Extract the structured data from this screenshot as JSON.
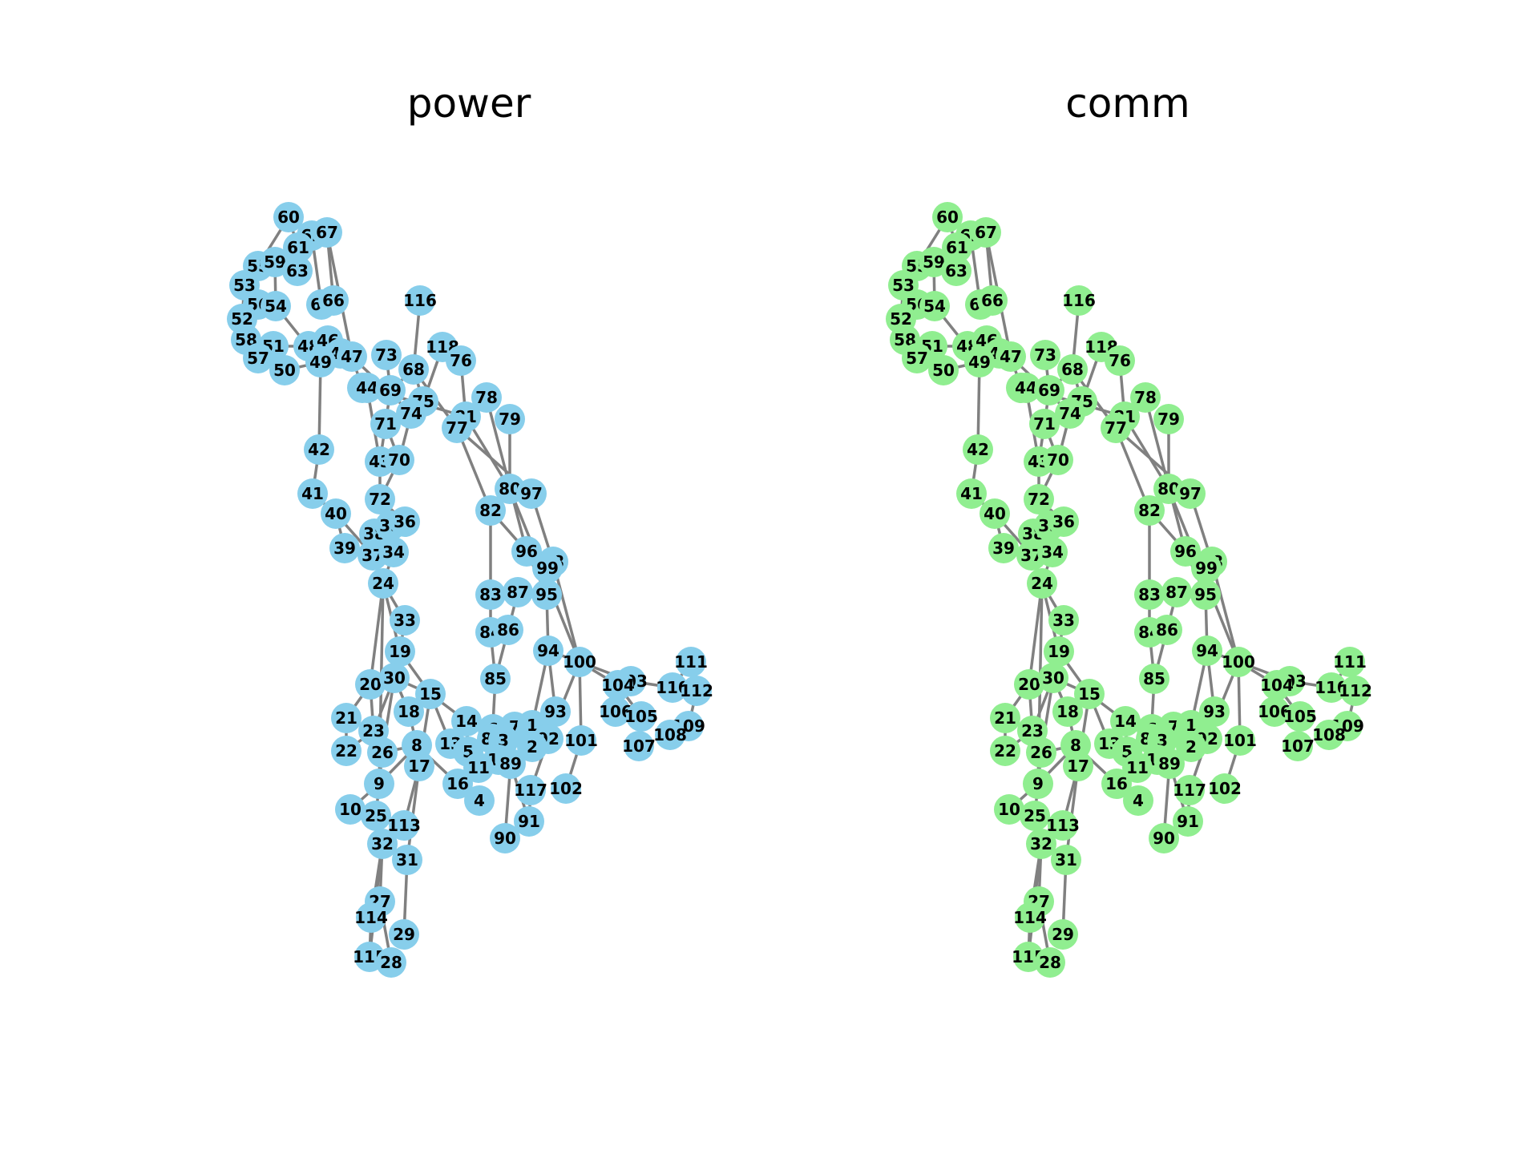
{
  "panels": [
    {
      "id": "power",
      "title": "power",
      "node_color": "#87ceeb"
    },
    {
      "id": "comm",
      "title": "comm",
      "node_color": "#90ee90"
    }
  ],
  "edge_color": "#808080",
  "nodes": [
    "60",
    "62",
    "67",
    "61",
    "55",
    "59",
    "63",
    "53",
    "56",
    "54",
    "64",
    "66",
    "52",
    "58",
    "51",
    "48",
    "46",
    "45",
    "47",
    "57",
    "50",
    "49",
    "116",
    "73",
    "118",
    "76",
    "68",
    "65",
    "44",
    "69",
    "75",
    "71",
    "74",
    "81",
    "77",
    "78",
    "79",
    "42",
    "43",
    "70",
    "41",
    "80",
    "97",
    "72",
    "40",
    "82",
    "38",
    "35",
    "36",
    "39",
    "37",
    "34",
    "96",
    "98",
    "99",
    "24",
    "83",
    "87",
    "95",
    "33",
    "84",
    "86",
    "19",
    "94",
    "100",
    "111",
    "20",
    "30",
    "85",
    "103",
    "104",
    "110",
    "112",
    "15",
    "18",
    "21",
    "14",
    "6",
    "7",
    "1",
    "93",
    "106",
    "105",
    "109",
    "23",
    "88",
    "3",
    "92",
    "108",
    "13",
    "22",
    "26",
    "8",
    "5",
    "2",
    "101",
    "107",
    "12",
    "89",
    "17",
    "11",
    "9",
    "16",
    "4",
    "117",
    "102",
    "10",
    "25",
    "113",
    "91",
    "32",
    "90",
    "31",
    "27",
    "114",
    "29",
    "115",
    "28"
  ],
  "edges": [
    [
      "60",
      "61"
    ],
    [
      "60",
      "55"
    ],
    [
      "62",
      "61"
    ],
    [
      "62",
      "67"
    ],
    [
      "62",
      "64"
    ],
    [
      "67",
      "47"
    ],
    [
      "67",
      "66"
    ],
    [
      "61",
      "59"
    ],
    [
      "61",
      "63"
    ],
    [
      "55",
      "59"
    ],
    [
      "55",
      "53"
    ],
    [
      "59",
      "63"
    ],
    [
      "59",
      "54"
    ],
    [
      "53",
      "56"
    ],
    [
      "53",
      "52"
    ],
    [
      "56",
      "54"
    ],
    [
      "56",
      "52"
    ],
    [
      "54",
      "49"
    ],
    [
      "52",
      "58"
    ],
    [
      "58",
      "57"
    ],
    [
      "58",
      "51"
    ],
    [
      "51",
      "50"
    ],
    [
      "51",
      "48"
    ],
    [
      "57",
      "50"
    ],
    [
      "48",
      "46"
    ],
    [
      "48",
      "49"
    ],
    [
      "46",
      "45"
    ],
    [
      "46",
      "47"
    ],
    [
      "45",
      "47"
    ],
    [
      "45",
      "49"
    ],
    [
      "47",
      "65"
    ],
    [
      "47",
      "74"
    ],
    [
      "50",
      "49"
    ],
    [
      "49",
      "42"
    ],
    [
      "42",
      "41"
    ],
    [
      "41",
      "40"
    ],
    [
      "40",
      "39"
    ],
    [
      "40",
      "37"
    ],
    [
      "39",
      "37"
    ],
    [
      "37",
      "38"
    ],
    [
      "37",
      "34"
    ],
    [
      "38",
      "35"
    ],
    [
      "35",
      "36"
    ],
    [
      "35",
      "34"
    ],
    [
      "34",
      "24"
    ],
    [
      "36",
      "72"
    ],
    [
      "72",
      "43"
    ],
    [
      "72",
      "70"
    ],
    [
      "43",
      "44"
    ],
    [
      "43",
      "71"
    ],
    [
      "70",
      "71"
    ],
    [
      "70",
      "74"
    ],
    [
      "71",
      "69"
    ],
    [
      "69",
      "73"
    ],
    [
      "69",
      "68"
    ],
    [
      "69",
      "65"
    ],
    [
      "65",
      "44"
    ],
    [
      "44",
      "81"
    ],
    [
      "68",
      "116"
    ],
    [
      "68",
      "75"
    ],
    [
      "68",
      "77"
    ],
    [
      "75",
      "74"
    ],
    [
      "75",
      "118"
    ],
    [
      "76",
      "81"
    ],
    [
      "76",
      "118"
    ],
    [
      "81",
      "77"
    ],
    [
      "81",
      "80"
    ],
    [
      "77",
      "82"
    ],
    [
      "77",
      "97"
    ],
    [
      "78",
      "96"
    ],
    [
      "79",
      "80"
    ],
    [
      "80",
      "97"
    ],
    [
      "80",
      "82"
    ],
    [
      "80",
      "100"
    ],
    [
      "97",
      "98"
    ],
    [
      "82",
      "83"
    ],
    [
      "82",
      "96"
    ],
    [
      "96",
      "99"
    ],
    [
      "96",
      "95"
    ],
    [
      "98",
      "99"
    ],
    [
      "98",
      "95"
    ],
    [
      "98",
      "100"
    ],
    [
      "83",
      "84"
    ],
    [
      "87",
      "86"
    ],
    [
      "84",
      "86"
    ],
    [
      "84",
      "85"
    ],
    [
      "86",
      "85"
    ],
    [
      "85",
      "88"
    ],
    [
      "95",
      "94"
    ],
    [
      "94",
      "100"
    ],
    [
      "94",
      "93"
    ],
    [
      "94",
      "1"
    ],
    [
      "100",
      "103"
    ],
    [
      "100",
      "92"
    ],
    [
      "100",
      "101"
    ],
    [
      "100",
      "104"
    ],
    [
      "103",
      "104"
    ],
    [
      "103",
      "110"
    ],
    [
      "104",
      "106"
    ],
    [
      "104",
      "105"
    ],
    [
      "110",
      "111"
    ],
    [
      "110",
      "112"
    ],
    [
      "112",
      "109"
    ],
    [
      "109",
      "108"
    ],
    [
      "105",
      "107"
    ],
    [
      "105",
      "106"
    ],
    [
      "93",
      "92"
    ],
    [
      "93",
      "2"
    ],
    [
      "92",
      "117"
    ],
    [
      "92",
      "1"
    ],
    [
      "101",
      "102"
    ],
    [
      "1",
      "2"
    ],
    [
      "1",
      "3"
    ],
    [
      "7",
      "3"
    ],
    [
      "7",
      "6"
    ],
    [
      "6",
      "88"
    ],
    [
      "6",
      "5"
    ],
    [
      "88",
      "3"
    ],
    [
      "3",
      "12"
    ],
    [
      "2",
      "12"
    ],
    [
      "12",
      "89"
    ],
    [
      "89",
      "90"
    ],
    [
      "89",
      "91"
    ],
    [
      "117",
      "91"
    ],
    [
      "14",
      "15"
    ],
    [
      "14",
      "13"
    ],
    [
      "14",
      "5"
    ],
    [
      "13",
      "5"
    ],
    [
      "13",
      "11"
    ],
    [
      "5",
      "11"
    ],
    [
      "11",
      "16"
    ],
    [
      "16",
      "4"
    ],
    [
      "16",
      "8"
    ],
    [
      "15",
      "19"
    ],
    [
      "15",
      "30"
    ],
    [
      "15",
      "17"
    ],
    [
      "15",
      "13"
    ],
    [
      "18",
      "30"
    ],
    [
      "18",
      "8"
    ],
    [
      "8",
      "17"
    ],
    [
      "8",
      "9"
    ],
    [
      "8",
      "26"
    ],
    [
      "17",
      "113"
    ],
    [
      "17",
      "31"
    ],
    [
      "30",
      "19"
    ],
    [
      "30",
      "20"
    ],
    [
      "30",
      "23"
    ],
    [
      "30",
      "26"
    ],
    [
      "19",
      "33"
    ],
    [
      "19",
      "24"
    ],
    [
      "24",
      "33"
    ],
    [
      "24",
      "20"
    ],
    [
      "20",
      "21"
    ],
    [
      "20",
      "23"
    ],
    [
      "21",
      "22"
    ],
    [
      "23",
      "22"
    ],
    [
      "23",
      "26"
    ],
    [
      "26",
      "9"
    ],
    [
      "9",
      "10"
    ],
    [
      "9",
      "25"
    ],
    [
      "25",
      "113"
    ],
    [
      "25",
      "32"
    ],
    [
      "113",
      "32"
    ],
    [
      "32",
      "27"
    ],
    [
      "32",
      "114"
    ],
    [
      "32",
      "115"
    ],
    [
      "27",
      "114"
    ],
    [
      "27",
      "28"
    ],
    [
      "114",
      "115"
    ],
    [
      "31",
      "29"
    ],
    [
      "115",
      "28"
    ],
    [
      "24",
      "9"
    ]
  ]
}
